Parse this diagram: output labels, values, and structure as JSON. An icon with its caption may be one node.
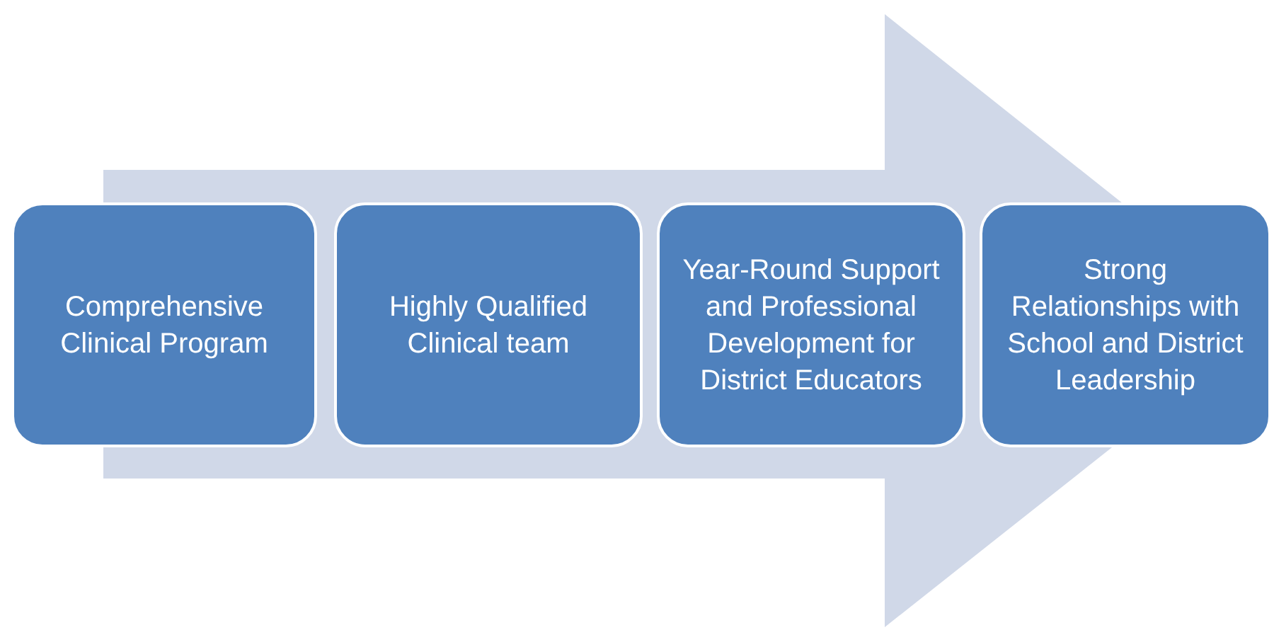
{
  "diagram": {
    "nodes": [
      {
        "text": [
          "Comprehensive Clinical Program"
        ]
      },
      {
        "text": [
          "Highly Qualified Clinical team"
        ]
      },
      {
        "text": [
          "Year-Round Support and Professional Development for District Educators"
        ]
      },
      {
        "text": [
          "Strong Relationships with School and District Leadership"
        ]
      }
    ],
    "edges": [
      {
        "from": 0,
        "to": 3,
        "arrow": "to"
      }
    ]
  }
}
